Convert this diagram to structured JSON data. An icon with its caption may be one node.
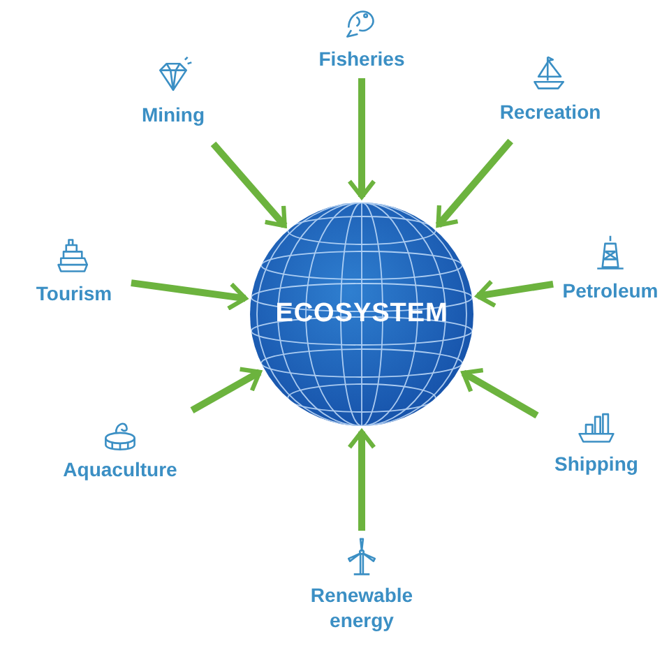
{
  "diagram": {
    "nodes": [
      {
        "text": [
          "ECOSYSTEM"
        ]
      },
      {
        "text": [
          "Fisheries"
        ]
      },
      {
        "text": [
          "Mining"
        ]
      },
      {
        "text": [
          "Recreation"
        ]
      },
      {
        "text": [
          "Tourism"
        ]
      },
      {
        "text": [
          "Petroleum"
        ]
      },
      {
        "text": [
          "Aquaculture"
        ]
      },
      {
        "text": [
          "Shipping"
        ]
      },
      {
        "text": [
          "Renewable energy"
        ]
      }
    ],
    "edges": [
      {
        "from": 1,
        "to": 0,
        "arrow": "to"
      },
      {
        "from": 2,
        "to": 0,
        "arrow": "to"
      },
      {
        "from": 3,
        "to": 0,
        "arrow": "to"
      },
      {
        "from": 4,
        "to": 0,
        "arrow": "to"
      },
      {
        "from": 5,
        "to": 0,
        "arrow": "to"
      },
      {
        "from": 6,
        "to": 0,
        "arrow": "to"
      },
      {
        "from": 7,
        "to": 0,
        "arrow": "to"
      },
      {
        "from": 8,
        "to": 0,
        "arrow": "to"
      }
    ]
  }
}
